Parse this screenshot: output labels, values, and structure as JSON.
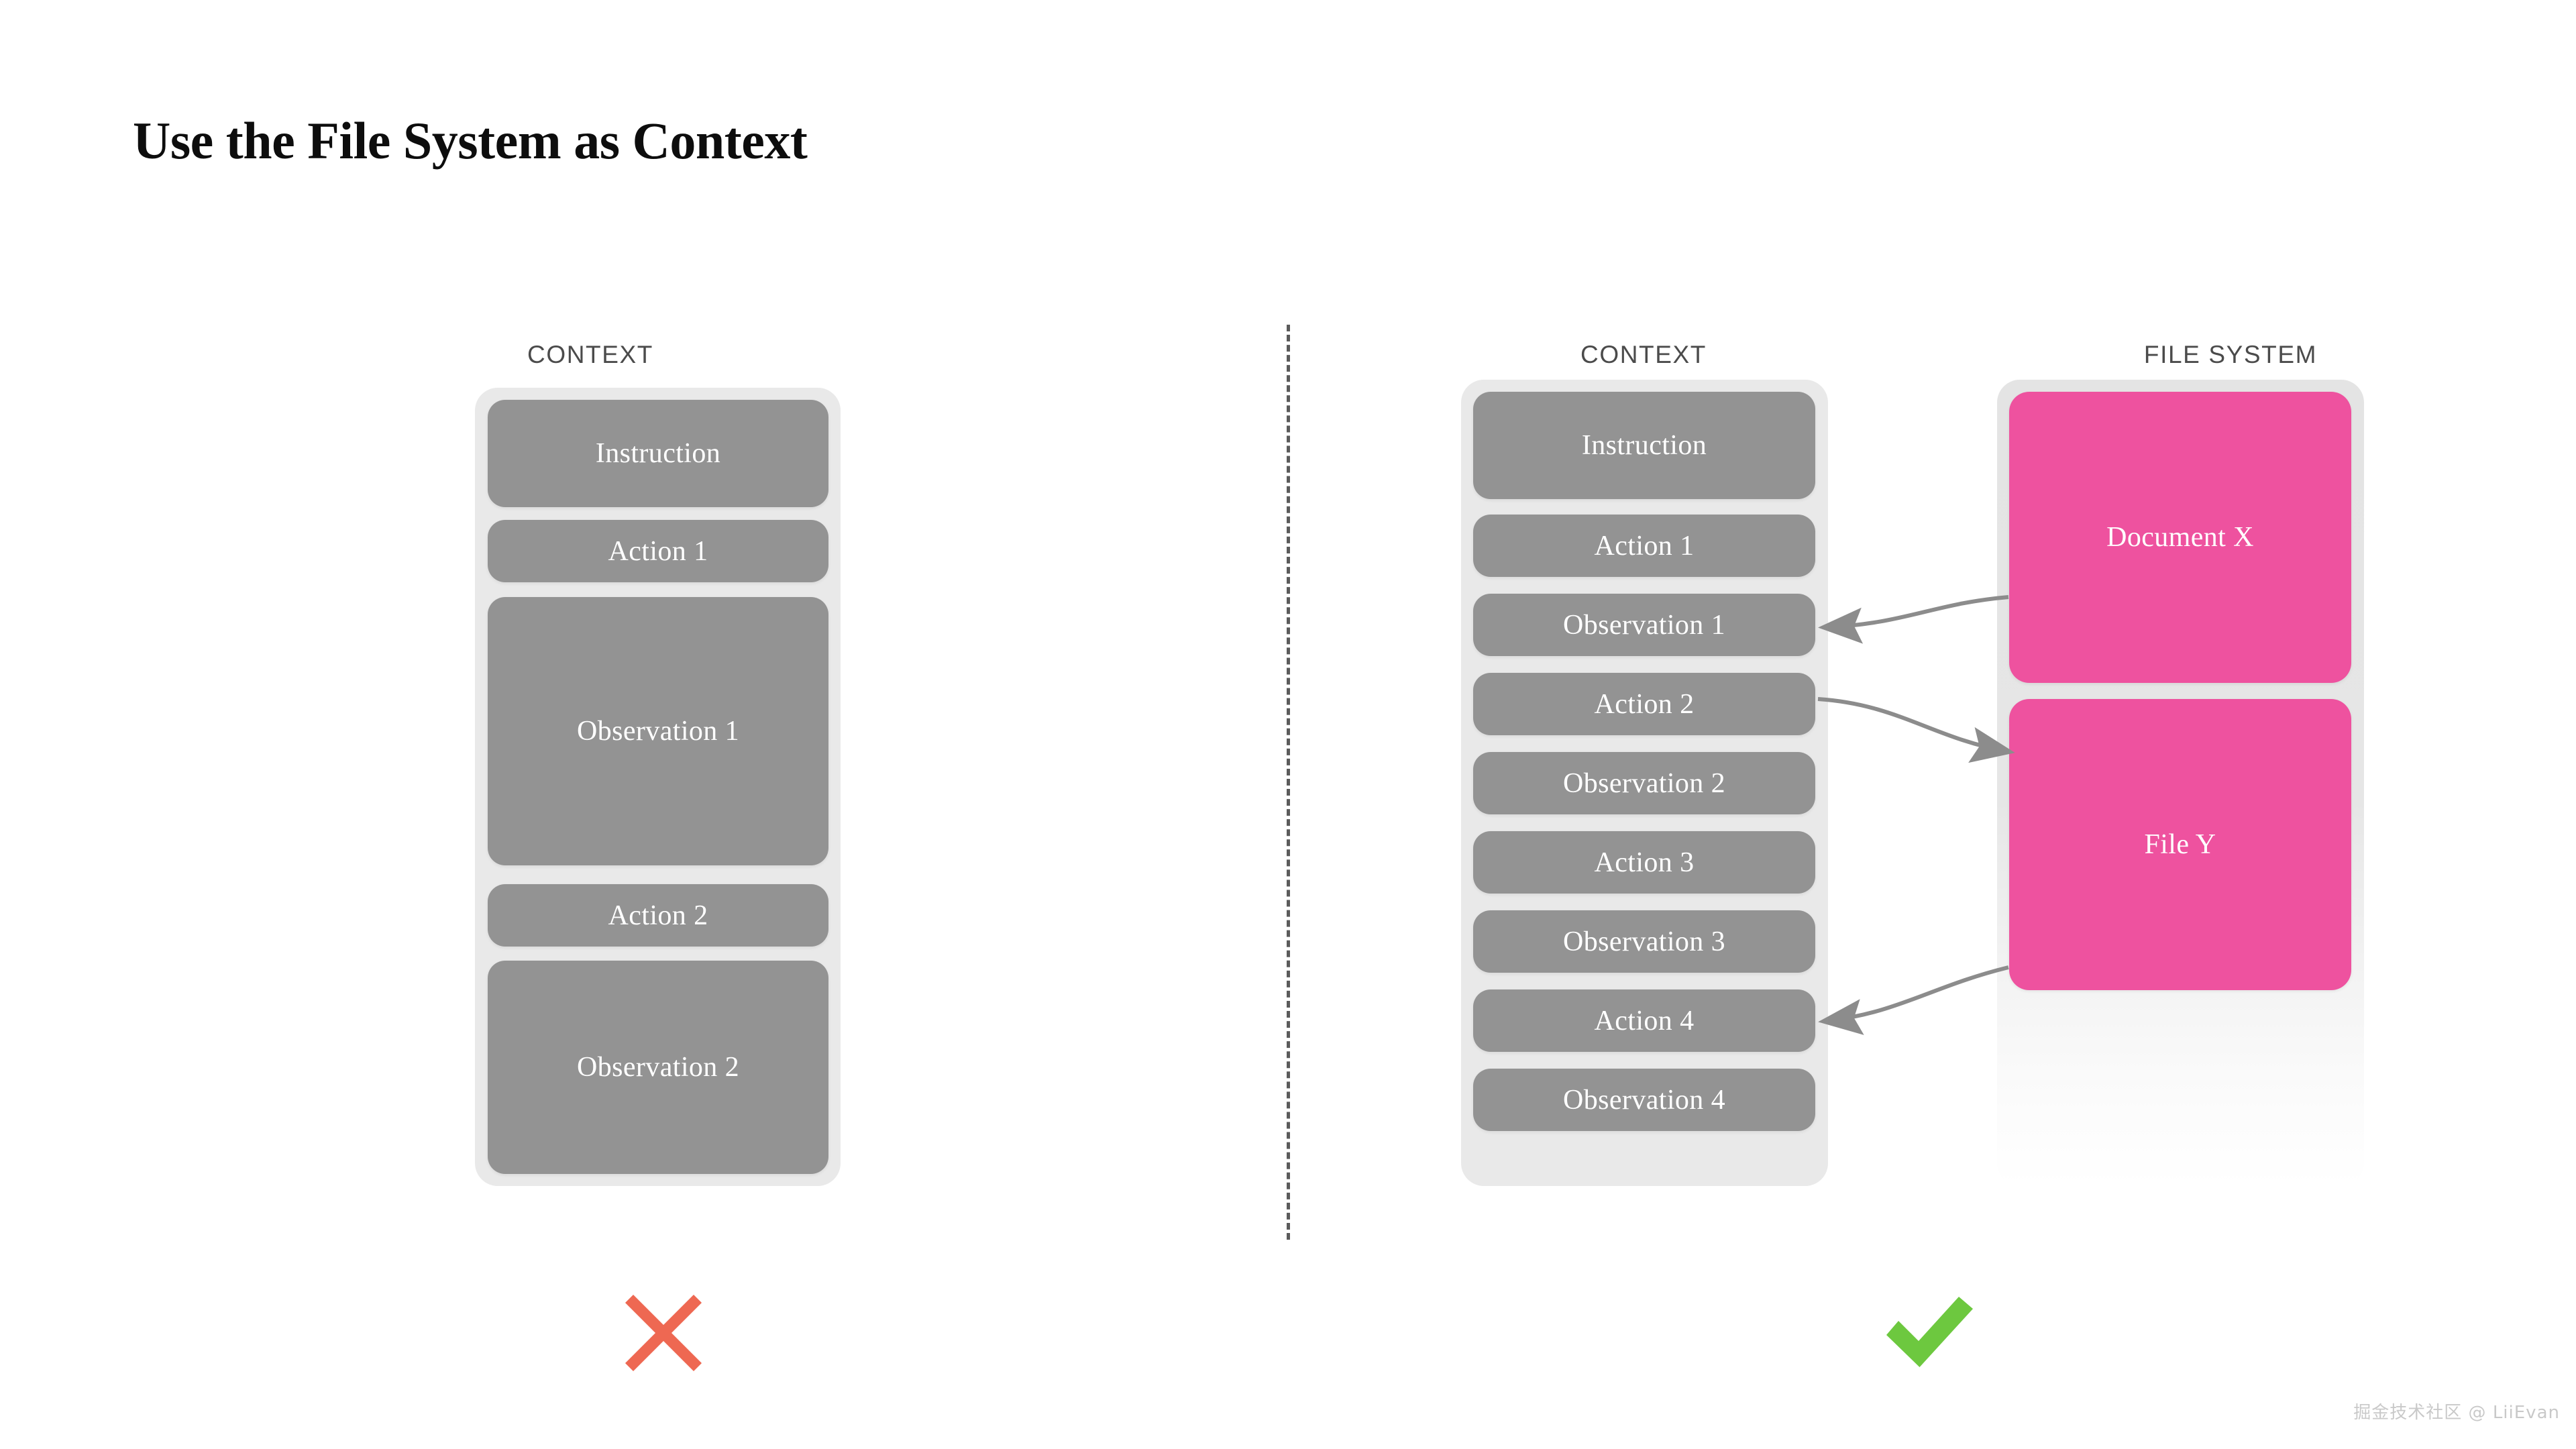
{
  "title": "Use the File System as Context",
  "colors": {
    "block_gray": "#939393",
    "block_pink": "#ee529f",
    "container_gray": "#e9e9e9",
    "cross_red": "#ee6852",
    "check_green": "#6dc83f",
    "header_text": "#4b4b4b",
    "title_text": "#0d0d0d",
    "arrow_gray": "#8c8c8c",
    "divider_gray": "#5b5b5b"
  },
  "left_panel": {
    "header": "CONTEXT",
    "verdict": "cross",
    "blocks": [
      {
        "label": "Instruction",
        "size": "large"
      },
      {
        "label": "Action 1",
        "size": "small"
      },
      {
        "label": "Observation 1",
        "size": "huge"
      },
      {
        "label": "Action 2",
        "size": "small"
      },
      {
        "label": "Observation 2",
        "size": "large"
      }
    ]
  },
  "right_panel": {
    "header": "CONTEXT",
    "verdict": "check",
    "blocks": [
      {
        "label": "Instruction",
        "size": "large"
      },
      {
        "label": "Action 1",
        "size": "small"
      },
      {
        "label": "Observation 1",
        "size": "small"
      },
      {
        "label": "Action 2",
        "size": "small"
      },
      {
        "label": "Observation 2",
        "size": "small"
      },
      {
        "label": "Action 3",
        "size": "small"
      },
      {
        "label": "Observation 3",
        "size": "small"
      },
      {
        "label": "Action 4",
        "size": "small"
      },
      {
        "label": "Observation 4",
        "size": "small"
      }
    ]
  },
  "file_system_panel": {
    "header": "FILE SYSTEM",
    "blocks": [
      {
        "label": "Document X"
      },
      {
        "label": "File Y"
      }
    ]
  },
  "arrows": [
    {
      "from": "Document X",
      "to": "Observation 1",
      "direction": "left"
    },
    {
      "from": "Action 2",
      "to": "File Y",
      "direction": "right"
    },
    {
      "from": "File Y",
      "to": "Action 4",
      "direction": "left"
    }
  ],
  "marks": {
    "cross": "cross-mark",
    "check": "check-mark"
  },
  "watermark": "掘金技术社区 @ LiiEvan"
}
